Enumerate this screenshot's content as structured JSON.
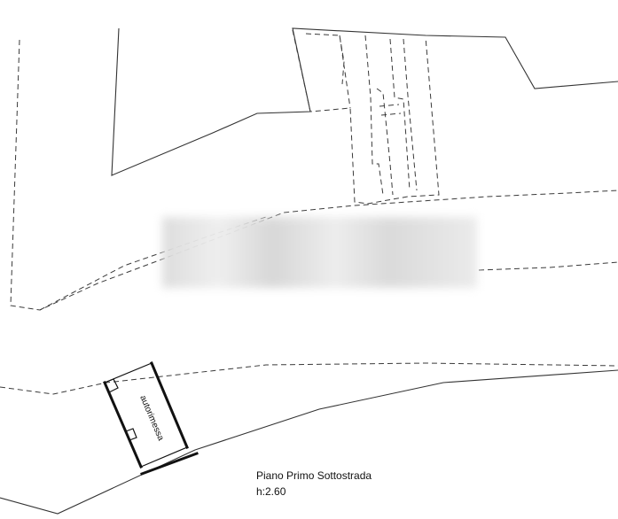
{
  "plan": {
    "room_label": "autorimessa",
    "floor_name": "Piano Primo Sottostrada",
    "height_label": "h:2.60"
  },
  "colors": {
    "background": "#ffffff",
    "lines": "#333333",
    "walls": "#111111",
    "redaction": "#dcdcdc"
  }
}
